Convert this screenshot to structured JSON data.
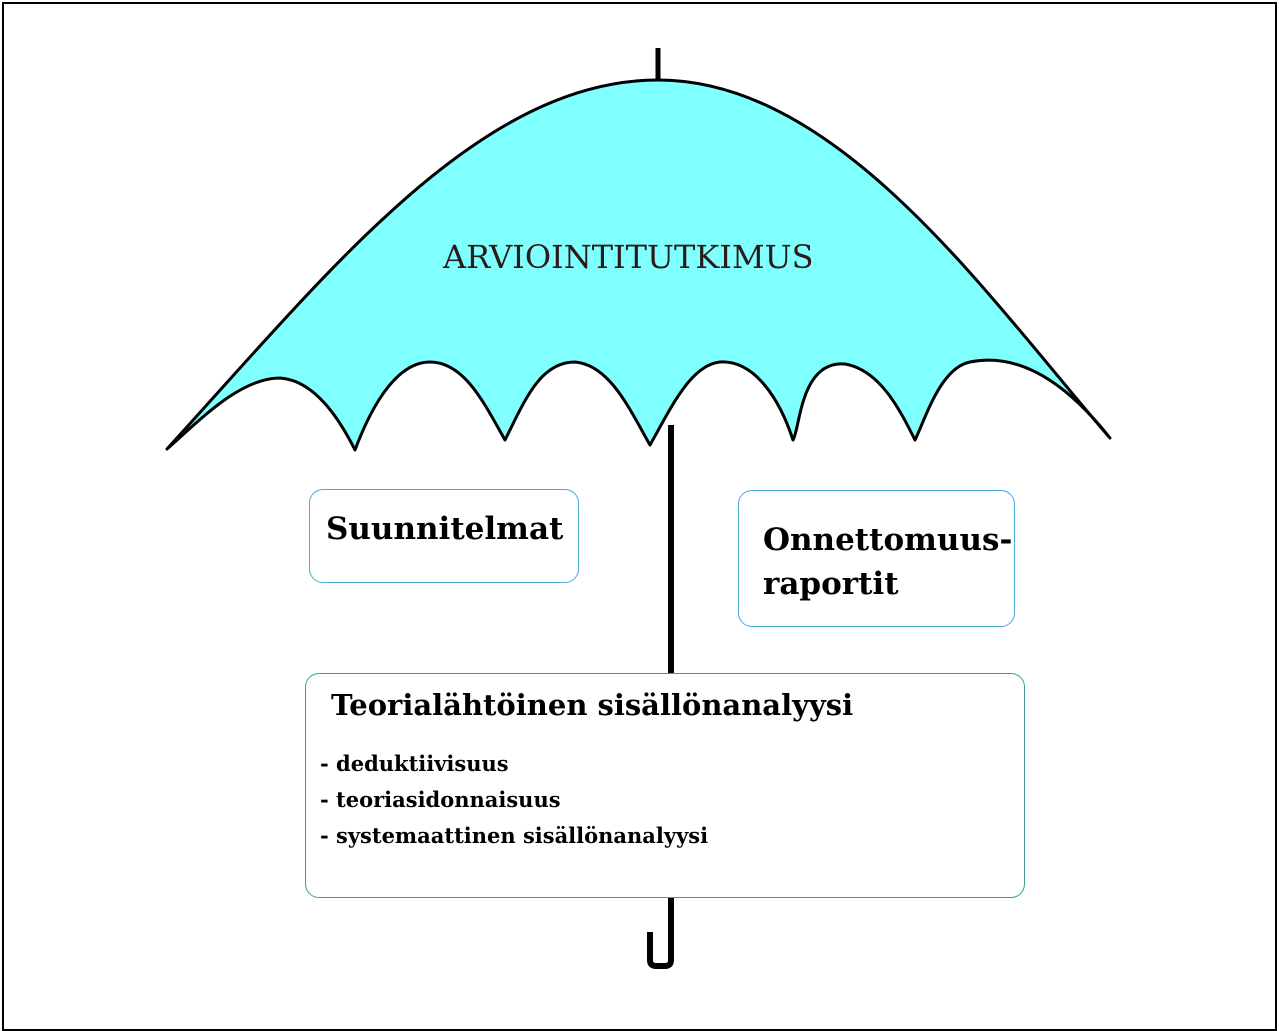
{
  "diagram": {
    "umbrella_label": "ARVIOINTITUTKIMUS",
    "canopy_color": "#80ffff",
    "boxes": {
      "plans": {
        "title": "Suunnitelmat"
      },
      "reports": {
        "title_line1": "Onnettomuus-",
        "title_line2": "raportit"
      },
      "theory": {
        "title": "Teorialähtöinen sisällönanalyysi",
        "points": [
          "- deduktiivisuus",
          "- teoriasidonnaisuus",
          "- systemaattinen sisällönanalyysi"
        ]
      }
    }
  }
}
